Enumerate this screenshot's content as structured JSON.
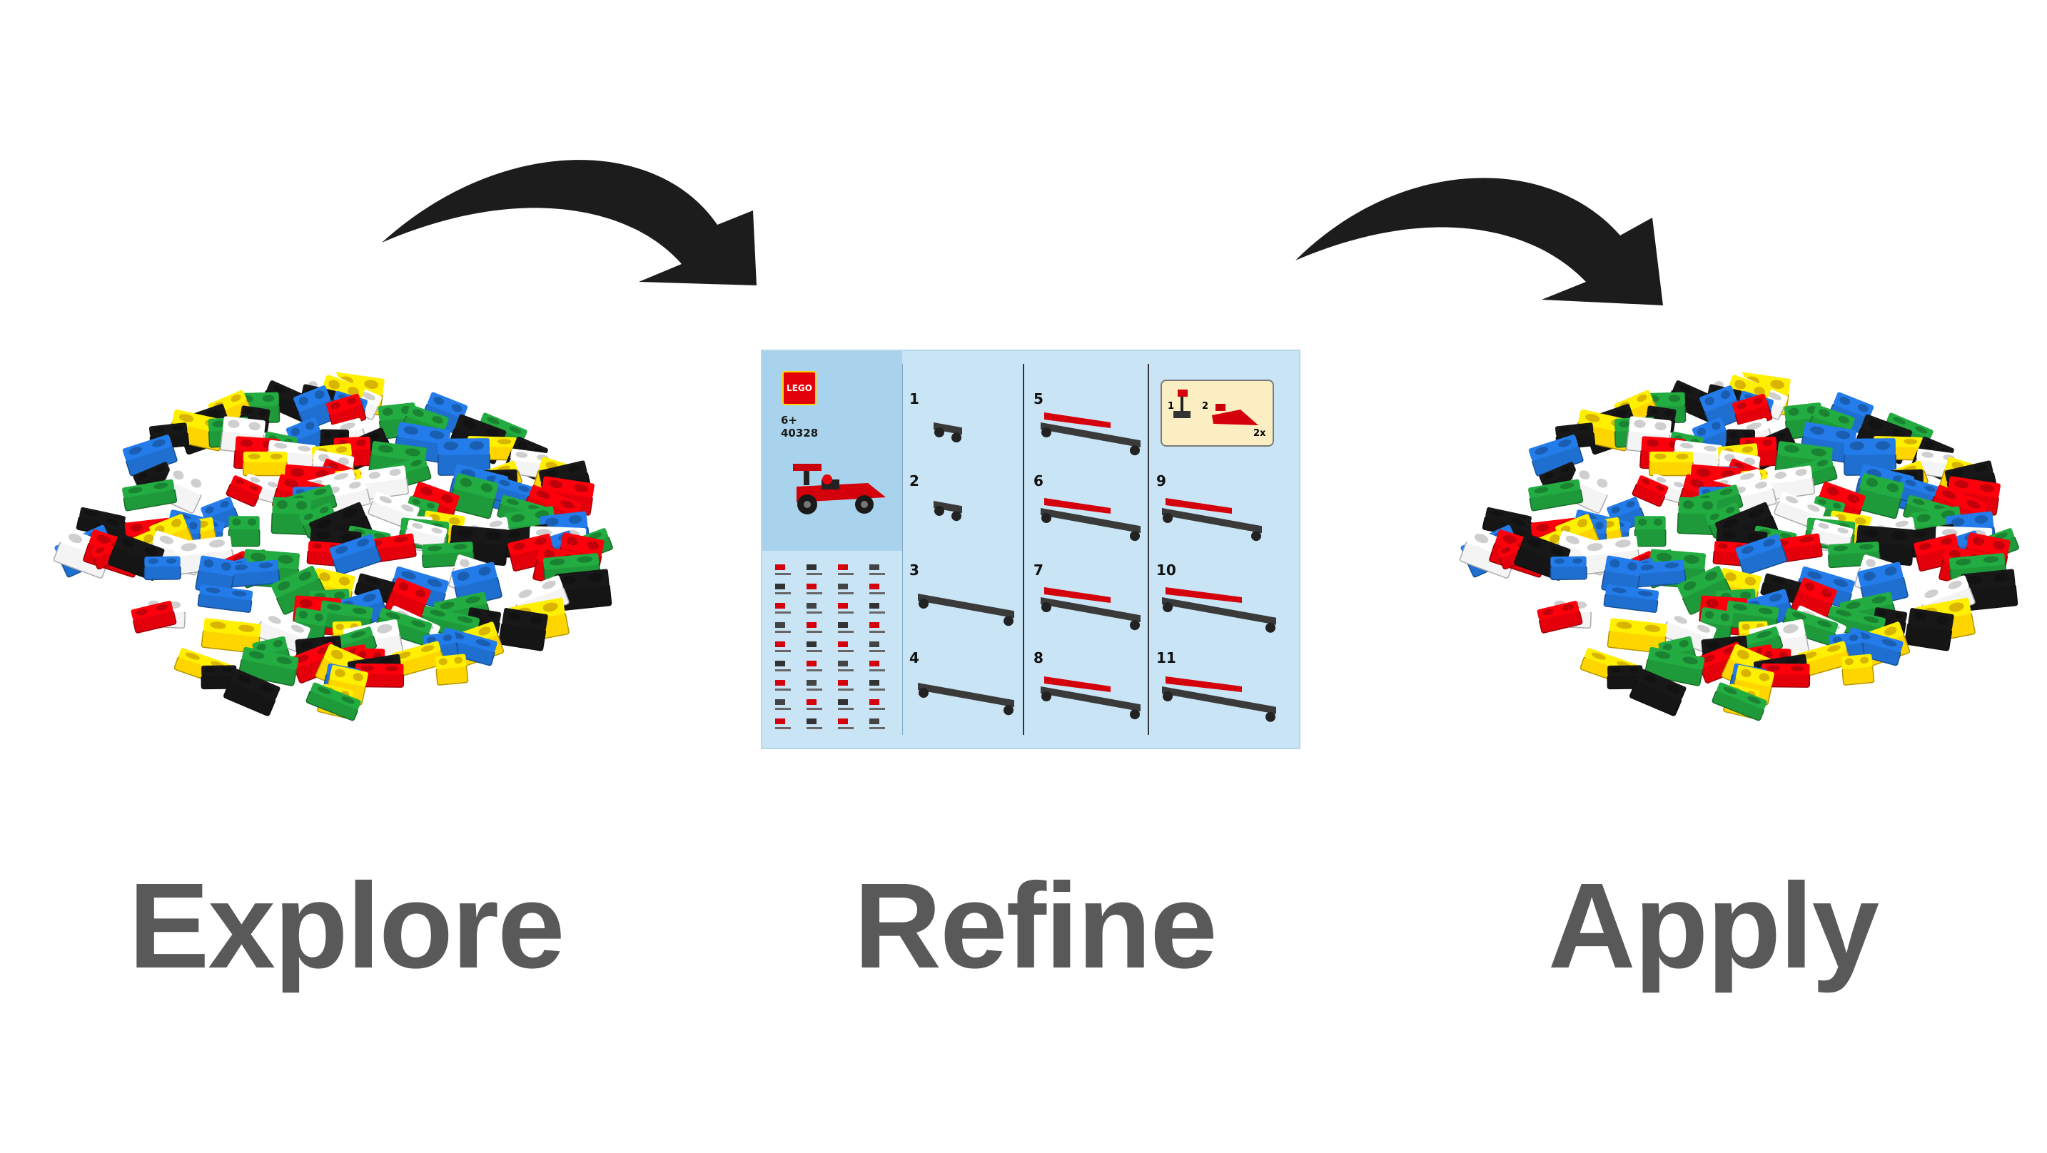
{
  "labels": {
    "explore": "Explore",
    "refine": "Refine",
    "apply": "Apply"
  },
  "manual": {
    "logo_text": "LEGO",
    "age": "6+",
    "set_number": "40328",
    "steps": [
      "1",
      "2",
      "3",
      "4",
      "5",
      "6",
      "7",
      "8",
      "9",
      "10",
      "11"
    ],
    "inset_steps": [
      "1",
      "2"
    ],
    "inset_multiplier": "2x"
  },
  "colors": {
    "label_text": "#595959",
    "arrow": "#1c1c1c",
    "manual_bg": "#c9e4f5",
    "lego_red": "#e3000b",
    "lego_yellow": "#ffd500",
    "lego_blue": "#1f6fd1",
    "lego_green": "#1f9a3a",
    "lego_black": "#151515",
    "lego_white": "#f4f4f4"
  }
}
